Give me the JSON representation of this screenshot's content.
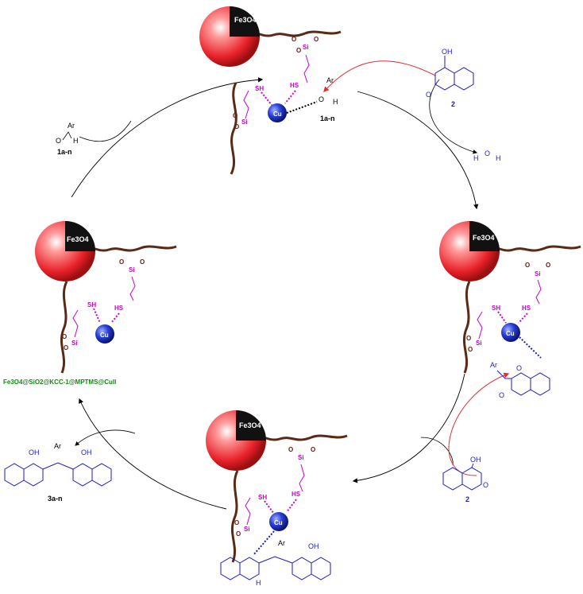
{
  "stages": [
    {
      "id": "top",
      "fe": "Fe3O4",
      "si": "Si",
      "o": "O",
      "sh": "SH",
      "hs": "HS",
      "cu": "Cu"
    },
    {
      "id": "right",
      "fe": "Fe3O4",
      "si": "Si",
      "o": "O",
      "sh": "SH",
      "hs": "HS",
      "cu": "Cu"
    },
    {
      "id": "bottom",
      "fe": "Fe3O4",
      "si": "Si",
      "o": "O",
      "sh": "SH",
      "hs": "HS",
      "cu": "Cu"
    },
    {
      "id": "left",
      "fe": "Fe3O4",
      "si": "Si",
      "o": "O",
      "sh": "SH",
      "hs": "HS",
      "cu": "Cu"
    }
  ],
  "reagents": {
    "aldehyde_label": "1a-n",
    "aldehyde_ar": "Ar",
    "aldehyde_o": "O",
    "aldehyde_h": "H",
    "coumarin_label": "2",
    "coumarin_oh": "OH",
    "water_h1": "H",
    "water_o": "O",
    "water_h2": "H",
    "product_label": "3a-n",
    "product_oh": "OH",
    "product_ar": "Ar"
  },
  "catalyst_name": "Fe3O4@SiO2@KCC-1@MPTMS@CuII",
  "colors": {
    "sphere": "#e8212a",
    "linker": "#cc00cc",
    "copper": "#1a33cc",
    "substrate": "#1a1acc",
    "fiber": "#5a2a16",
    "catalyst_label": "#138a13",
    "red_arrow": "#e03030"
  }
}
